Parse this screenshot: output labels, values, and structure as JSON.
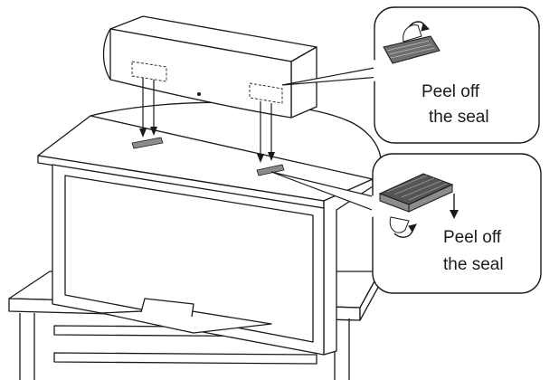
{
  "callouts": [
    {
      "line1": "Peel off",
      "line2": "the seal"
    },
    {
      "line1": "Peel off",
      "line2": "the seal"
    }
  ],
  "icons": {
    "top": "peel-seal-icon",
    "bottom": "peel-pad-icon"
  },
  "colors": {
    "stroke": "#1a1a1a",
    "fill": "#ffffff",
    "pad": "#8c8c8c",
    "pad_dark": "#555555"
  }
}
